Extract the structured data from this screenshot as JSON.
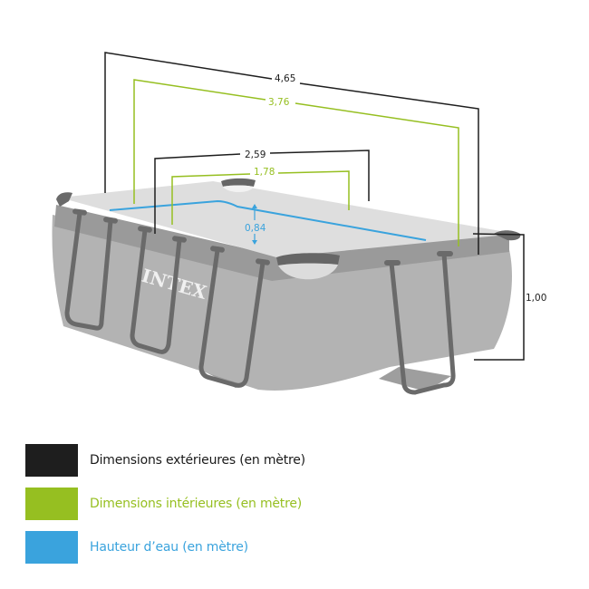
{
  "diagram": {
    "brand": "INTEX",
    "colors": {
      "exterior": "#1e1e1e",
      "interior": "#96bf21",
      "water": "#3aa3dd",
      "pool_top": "#d9d9d9",
      "pool_wall": "#b3b3b3",
      "pool_band": "#9a9a9a",
      "frame": "#6a6a6a"
    },
    "dimensions": {
      "exterior_length": "4,65",
      "interior_length": "3,76",
      "exterior_width": "2,59",
      "interior_width": "1,78",
      "water_height": "0,84",
      "exterior_height": "1,00"
    }
  },
  "legend": {
    "items": [
      {
        "label": "Dimensions extérieures (en mètre)",
        "color": "#1e1e1e",
        "text_color": "#1a1a1a"
      },
      {
        "label": "Dimensions intérieures (en mètre)",
        "color": "#96bf21",
        "text_color": "#96bf21"
      },
      {
        "label": "Hauteur d’eau (en mètre)",
        "color": "#3aa3dd",
        "text_color": "#3aa3dd"
      }
    ]
  }
}
